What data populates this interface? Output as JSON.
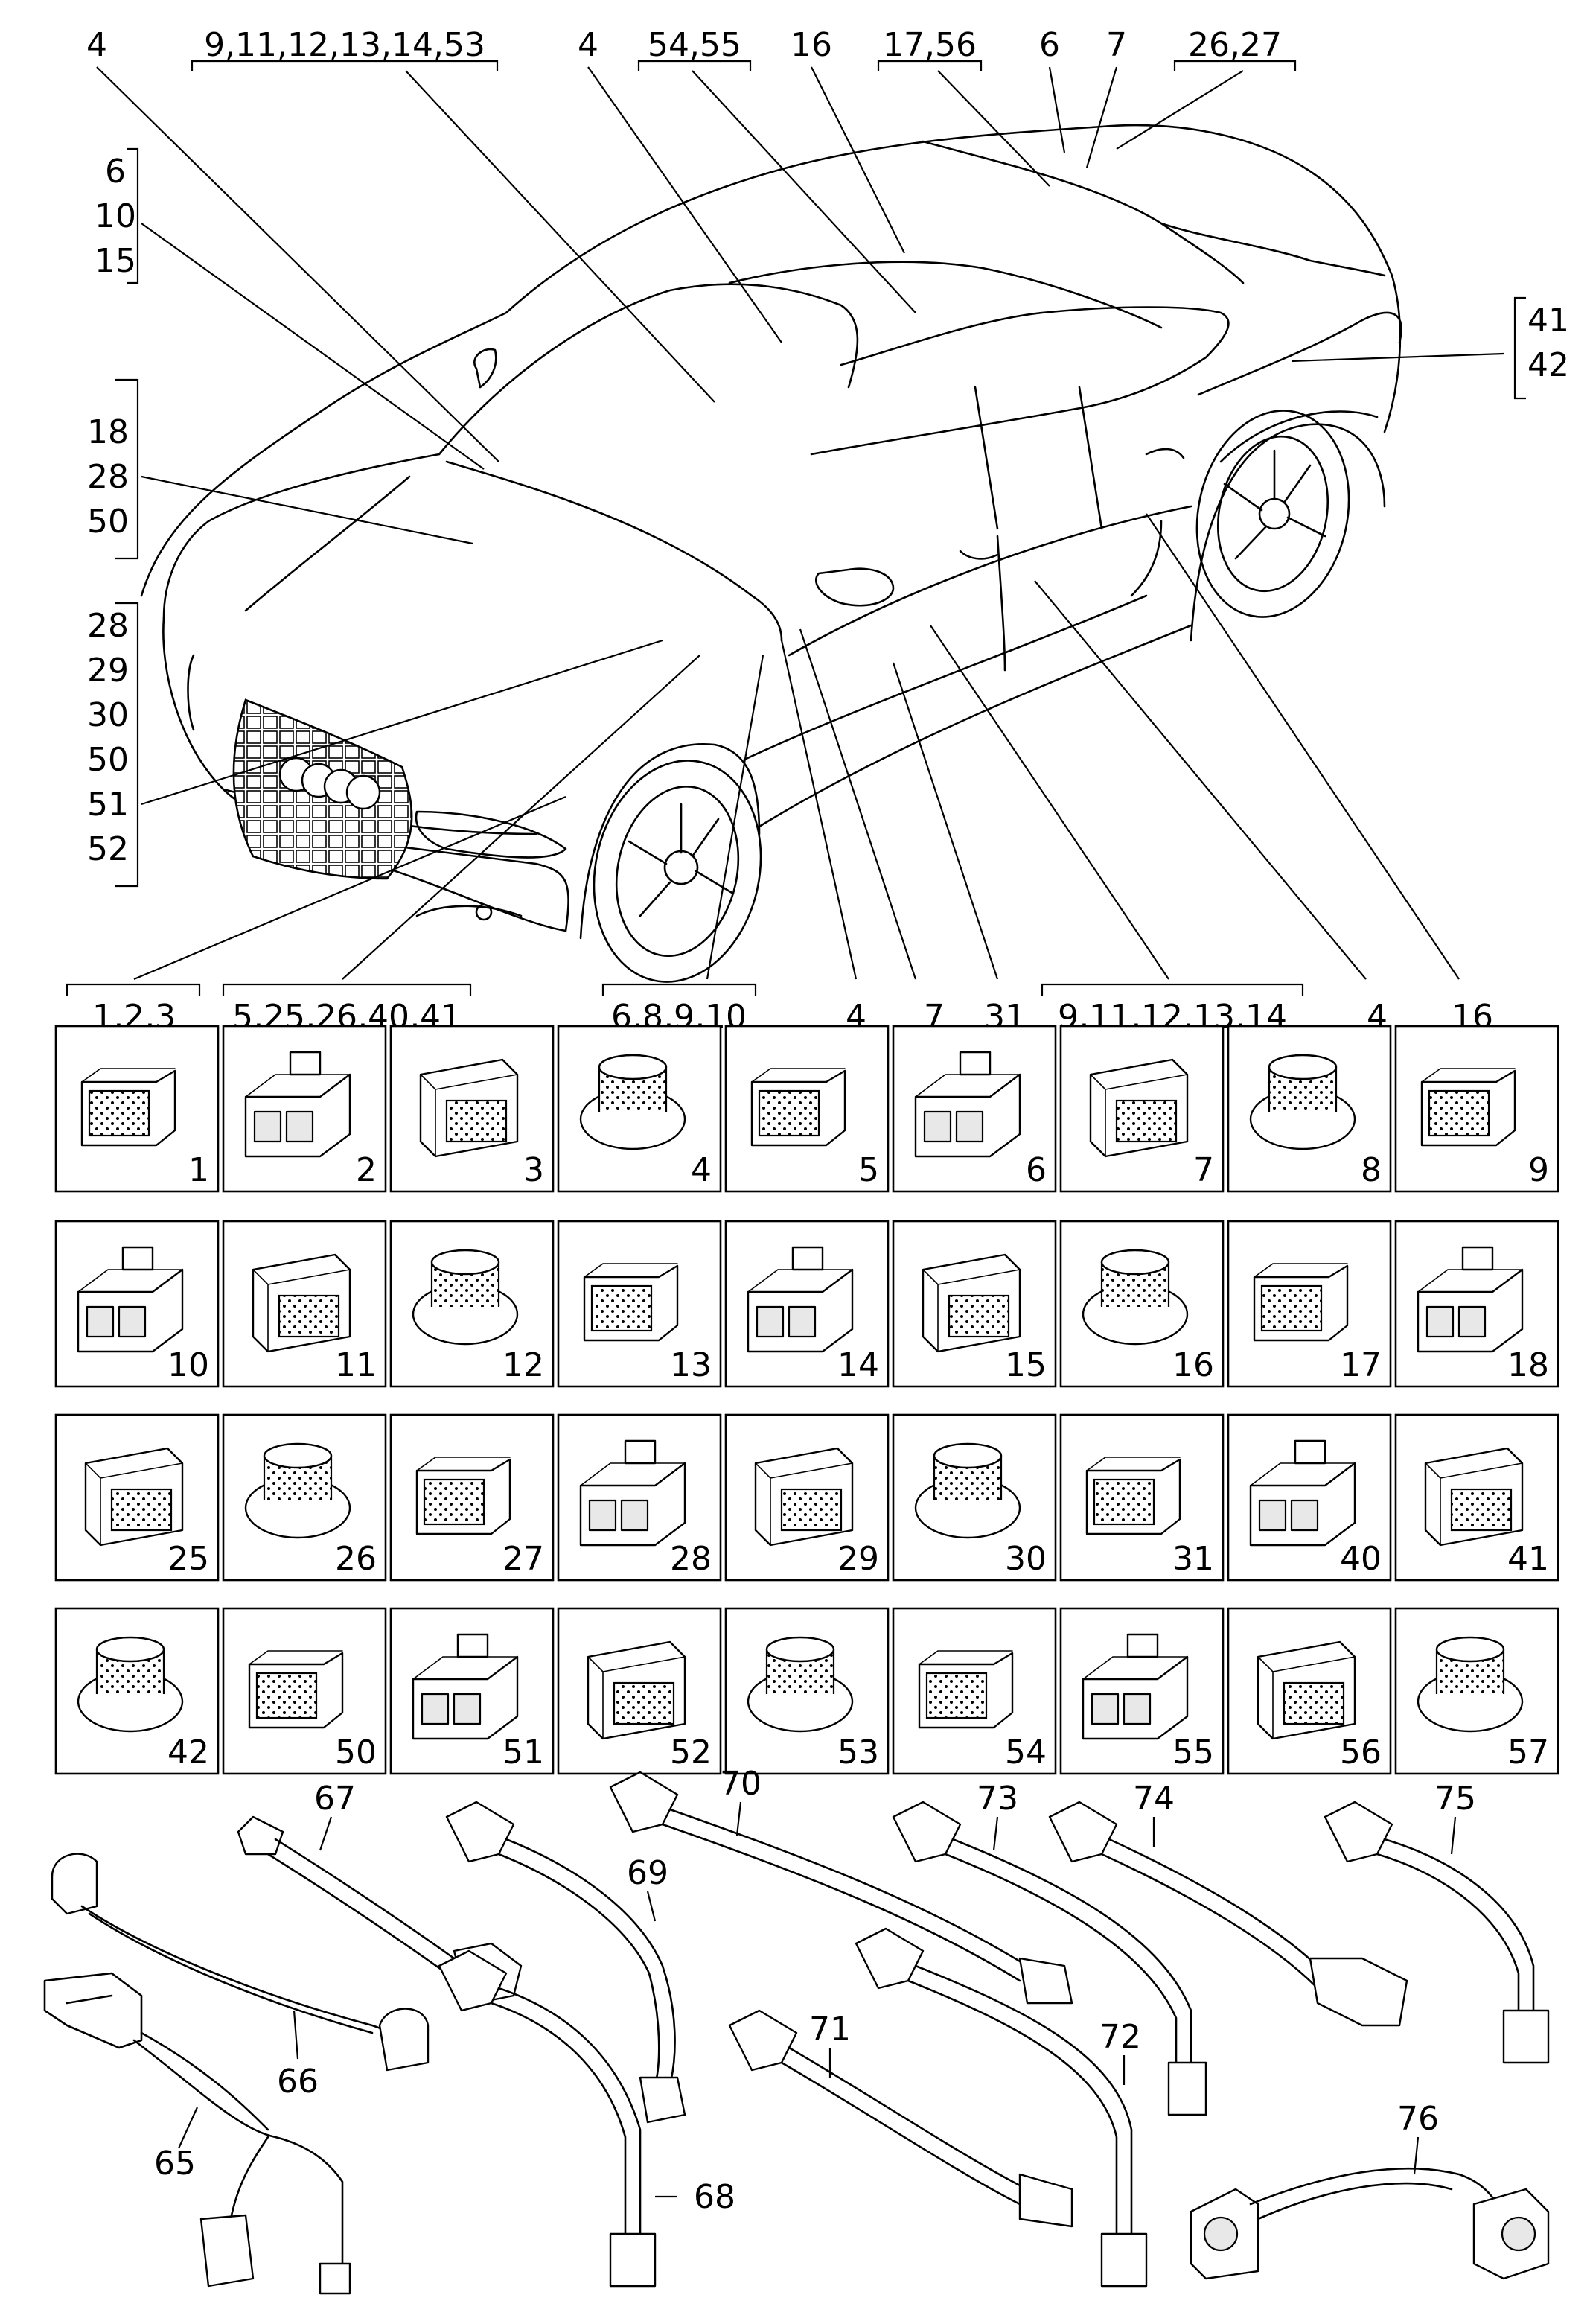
{
  "callouts": {
    "top": [
      "4",
      "9,11,12,13,14,53",
      "4",
      "54,55",
      "16",
      "17,56",
      "6",
      "7",
      "26,27"
    ],
    "left1": [
      "6",
      "10",
      "15"
    ],
    "left2": [
      "18",
      "28",
      "50"
    ],
    "left3": [
      "28",
      "29",
      "30",
      "50",
      "51",
      "52"
    ],
    "right": [
      "41",
      "42"
    ],
    "bottom": [
      "1,2,3",
      "5,25,26,40,41",
      "6,8,9,10",
      "4",
      "7",
      "31",
      "9,11,12,13,14",
      "4",
      "16"
    ]
  },
  "parts": [
    "1",
    "2",
    "3",
    "4",
    "5",
    "6",
    "7",
    "8",
    "9",
    "10",
    "11",
    "12",
    "13",
    "14",
    "15",
    "16",
    "17",
    "18",
    "25",
    "26",
    "27",
    "28",
    "29",
    "30",
    "31",
    "40",
    "41",
    "42",
    "50",
    "51",
    "52",
    "53",
    "54",
    "55",
    "56",
    "57"
  ],
  "cables": [
    "65",
    "66",
    "67",
    "68",
    "69",
    "70",
    "71",
    "72",
    "73",
    "74",
    "75",
    "76"
  ]
}
